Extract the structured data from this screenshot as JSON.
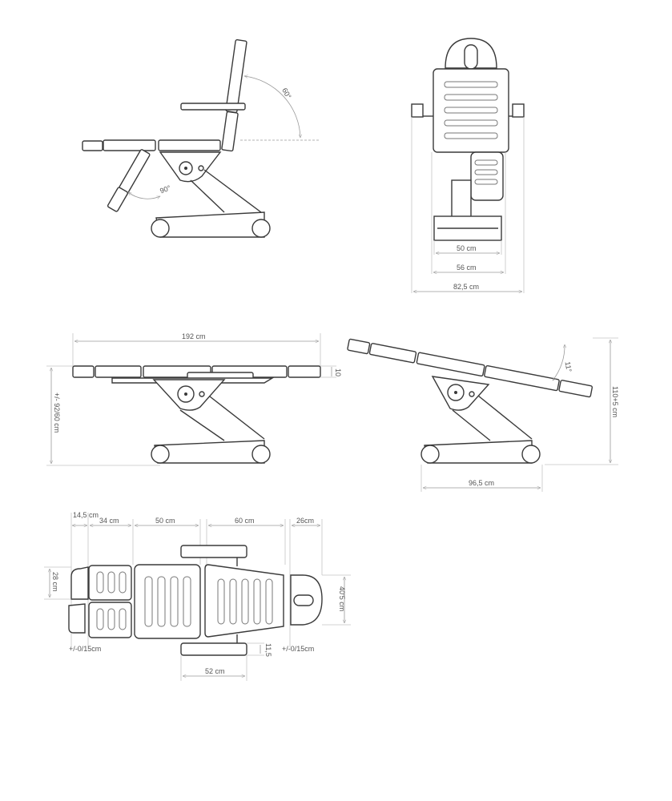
{
  "side_view_reclined": {
    "angle_back": "60°",
    "angle_legs": "90°"
  },
  "front_view": {
    "width_inner": "50 cm",
    "width_base": "56 cm",
    "width_total": "82,5 cm"
  },
  "side_view_flat": {
    "length": "192 cm",
    "thickness": "10",
    "height": "+/- 92/60 cm"
  },
  "side_view_tilted": {
    "angle": "11°",
    "height": "110+5 cm",
    "base_length": "96,5 cm"
  },
  "top_view": {
    "foot": "14,5 cm",
    "legs": "34 cm",
    "seat": "50 cm",
    "back": "60 cm",
    "head": "26cm",
    "leg_width": "28 cm",
    "head_width": "40'5 cm",
    "armrest_width": "11,5",
    "armrest_length": "52 cm",
    "foot_adjust": "+/-0/15cm",
    "head_adjust": "+/-0/15cm"
  }
}
